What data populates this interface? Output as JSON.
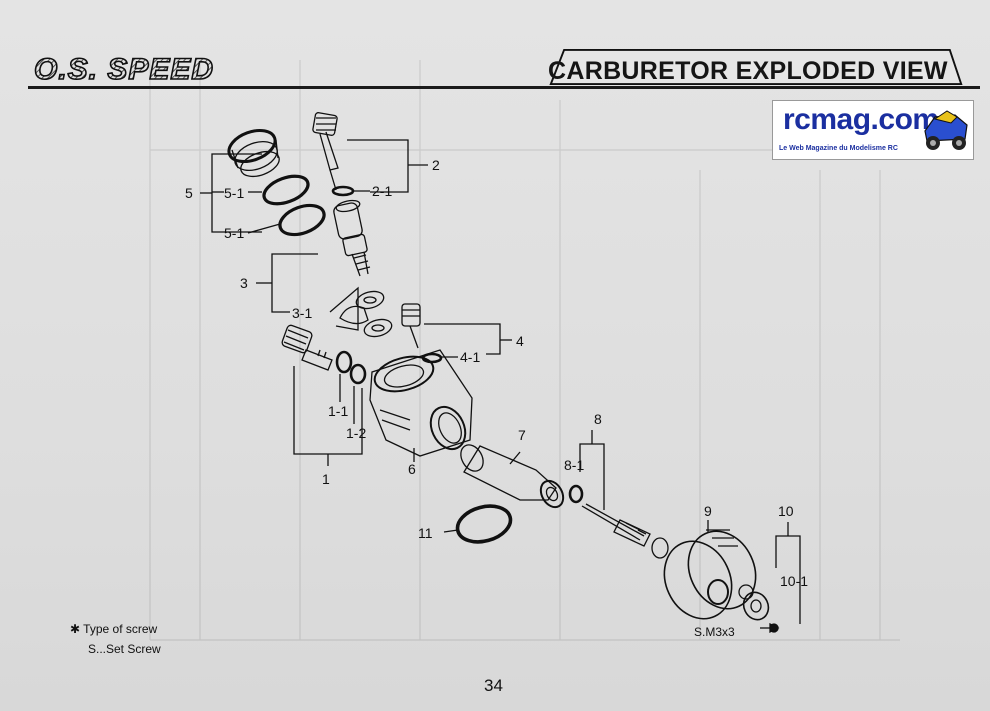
{
  "header": {
    "brand_logo_text": "O.S. SPEED",
    "title": "CARBURETOR EXPLODED VIEW"
  },
  "watermark": {
    "name": "rcmag.com",
    "tagline": "Le Web Magazine du Modelisme RC"
  },
  "callouts": {
    "n1": "1",
    "n1_1": "1-1",
    "n1_2": "1-2",
    "n2": "2",
    "n2_1": "2-1",
    "n3": "3",
    "n3_1": "3-1",
    "n4": "4",
    "n4_1": "4-1",
    "n5": "5",
    "n5_1a": "5-1",
    "n5_1b": "5-1",
    "n6": "6",
    "n7": "7",
    "n8": "8",
    "n8_1": "8-1",
    "n9": "9",
    "n10": "10",
    "n10_1": "10-1",
    "n11": "11",
    "screw": "S.M3x3"
  },
  "legend": {
    "line1": "✱ Type of screw",
    "line2": "S...Set Screw"
  },
  "page_number": "34"
}
